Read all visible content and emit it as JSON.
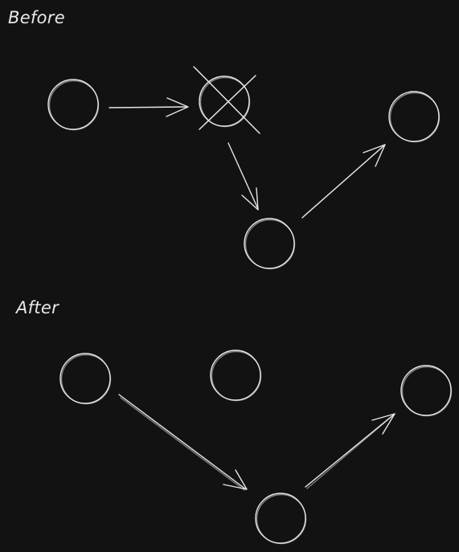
{
  "before": {
    "title": "Before",
    "crossed_node": "node-2"
  },
  "after": {
    "title": "After"
  },
  "colors": {
    "background": "#121212",
    "stroke": "#e6e6e6"
  }
}
